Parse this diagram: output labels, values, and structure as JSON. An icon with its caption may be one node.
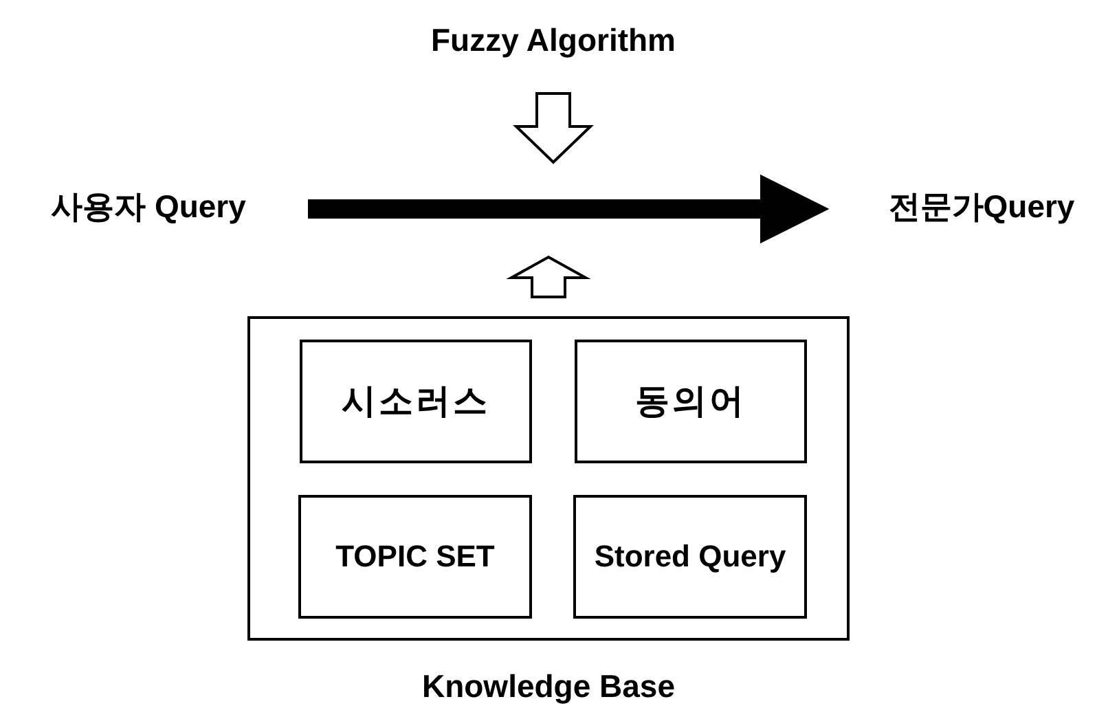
{
  "diagram": {
    "nodes": [
      {
        "text": [
          "Fuzzy Algorithm"
        ]
      },
      {
        "text": [
          "사용자 Query"
        ]
      },
      {
        "text": [
          "전문가Query"
        ]
      },
      {
        "text": [
          "Knowledge Base"
        ]
      },
      {
        "text": [
          "시소러스"
        ],
        "in": 3
      },
      {
        "text": [
          "동의어"
        ],
        "in": 3
      },
      {
        "text": [
          "TOPIC SET"
        ],
        "in": 3
      },
      {
        "text": [
          "Stored Query"
        ],
        "in": 3
      }
    ],
    "edges": [
      {
        "from": 1,
        "to": 2,
        "arrow": "to"
      },
      {
        "from": 0,
        "to": null,
        "arrow": "to"
      },
      {
        "from": 3,
        "to": null,
        "arrow": "to"
      }
    ]
  }
}
